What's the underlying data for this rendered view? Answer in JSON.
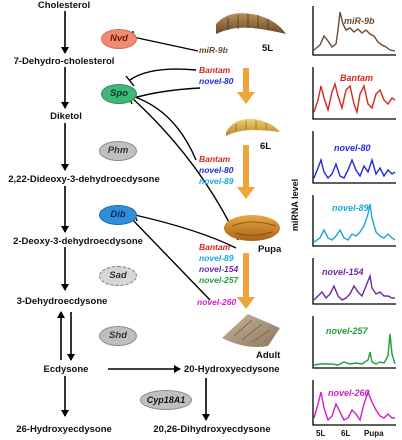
{
  "metabolites": {
    "cholesterol": "Cholesterol",
    "dehydrocholesterol": "7-Dehydro-cholesterol",
    "diketol": "Diketol",
    "dideoxy": "2,22-Dideoxy-3-dehydroecdysone",
    "deoxy": "2-Deoxy-3-dehydroecdysone",
    "dehydroecdysone": "3-Dehydroecdysone",
    "ecdysone": "Ecdysone",
    "hydroxyecdysone20": "20-Hydroxyecdysone",
    "hydroxyecdysone26": "26-Hydroxyecdysone",
    "dihydroxyecdysone": "20,26-Dihydroxyecdysone"
  },
  "enzymes": {
    "nvd": "Nvd",
    "spo": "Spo",
    "phm": "Phm",
    "dib": "Dib",
    "sad": "Sad",
    "shd": "Shd",
    "cyp": "Cyp18A1"
  },
  "mirna_groups": {
    "g5l": [
      "miR-9b"
    ],
    "g6l": [
      "Bantam",
      "novel-80"
    ],
    "gpupa": [
      "Bantam",
      "novel-80",
      "novel-89"
    ],
    "gadult": [
      "Bantam",
      "novel-89",
      "novel-154",
      "novel-257"
    ],
    "g260": [
      "novel-260"
    ]
  },
  "stages": {
    "s5l": "5L",
    "s6l": "6L",
    "pupa": "Pupa",
    "adult": "Adult"
  },
  "plots": [
    {
      "label": "miR-9b",
      "color": "#6b4a2b"
    },
    {
      "label": "Bantam",
      "color": "#d7261e"
    },
    {
      "label": "novel-80",
      "color": "#1f2bd4"
    },
    {
      "label": "novel-89",
      "color": "#19a8d8"
    },
    {
      "label": "novel-154",
      "color": "#6a2a9e"
    },
    {
      "label": "novel-257",
      "color": "#1f9e3a"
    },
    {
      "label": "novel-260",
      "color": "#d11fc9"
    }
  ],
  "axis": {
    "ylabel": "miRNA level",
    "xticks": [
      "5L",
      "6L",
      "Pupa"
    ]
  },
  "colors": {
    "nvd_fill": "#f08a70",
    "spo_fill": "#3fb67a",
    "phm_fill": "#bfbfbf",
    "dib_fill": "#2f8fd8",
    "sad_fill": "#d6d6d6",
    "shd_fill": "#bfbfbf",
    "cyp_fill": "#bfbfbf",
    "arrow_orange": "#f0a53a"
  }
}
